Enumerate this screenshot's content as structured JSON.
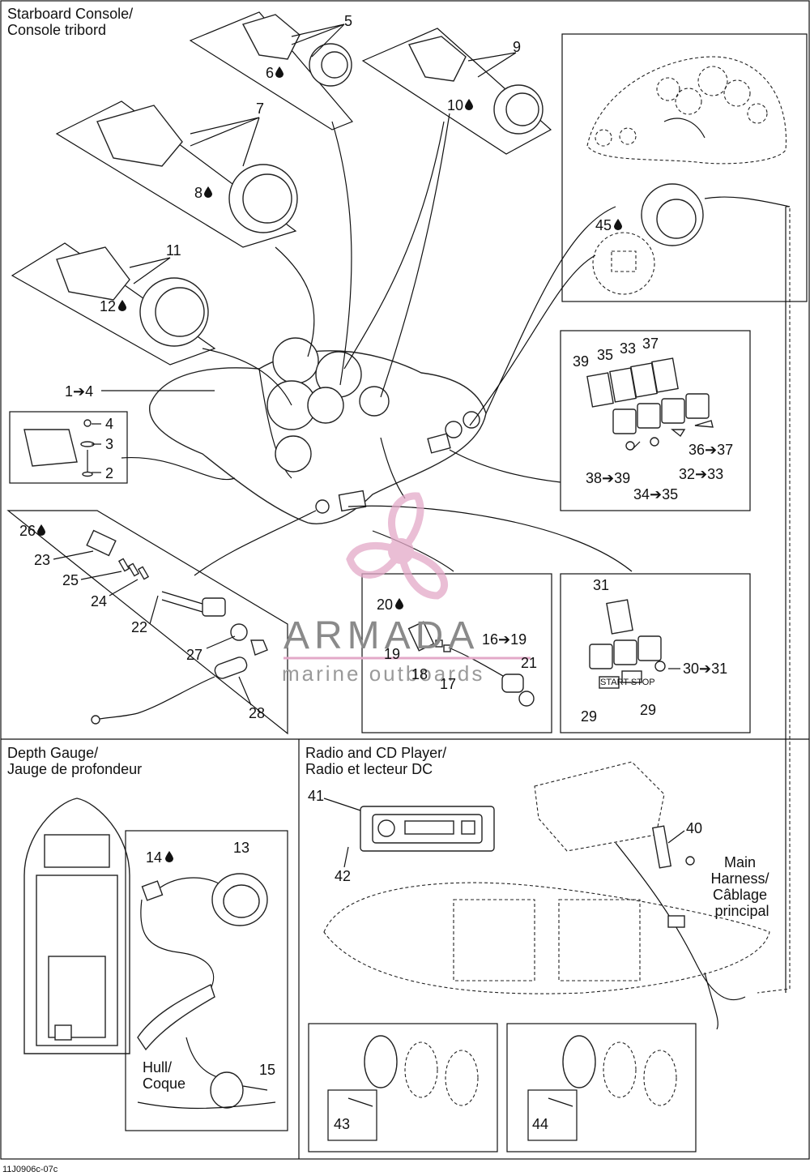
{
  "sections": {
    "starboard_console": [
      "Starboard Console/",
      "Console tribord"
    ],
    "depth_gauge": [
      "Depth Gauge/",
      "Jauge de profondeur"
    ],
    "radio_cd": [
      "Radio and CD Player/",
      "Radio et lecteur DC"
    ]
  },
  "labels": {
    "main_harness": [
      "Main",
      "Harness/",
      "Câblage",
      "principal"
    ],
    "hull": [
      "Hull/",
      "Coque"
    ],
    "switch_text": "START STOP"
  },
  "watermark": {
    "brand": "ARMADA",
    "tagline": "marine outboards",
    "color": "#e3a9c8"
  },
  "callouts": {
    "c5": "5",
    "c6": "6",
    "c7": "7",
    "c8": "8",
    "c9": "9",
    "c10": "10",
    "c11": "11",
    "c12": "12",
    "c1_4": "1➔4",
    "c4": "4",
    "c3": "3",
    "c2": "2",
    "c26": "26",
    "c23": "23",
    "c25": "25",
    "c24": "24",
    "c22": "22",
    "c27": "27",
    "c28": "28",
    "c20": "20",
    "c19a": "19",
    "c16_19": "16➔19",
    "c18": "18",
    "c17": "17",
    "c21": "21",
    "c31": "31",
    "c30_31": "30➔31",
    "c29a": "29",
    "c29b": "29",
    "c39": "39",
    "c35": "35",
    "c33": "33",
    "c37": "37",
    "c38_39": "38➔39",
    "c36_37": "36➔37",
    "c32_33": "32➔33",
    "c34_35": "34➔35",
    "c45": "45",
    "c14": "14",
    "c13": "13",
    "c15": "15",
    "c41": "41",
    "c42": "42",
    "c40": "40",
    "c43": "43",
    "c44": "44"
  },
  "footer_code": "11J0906c-07c"
}
